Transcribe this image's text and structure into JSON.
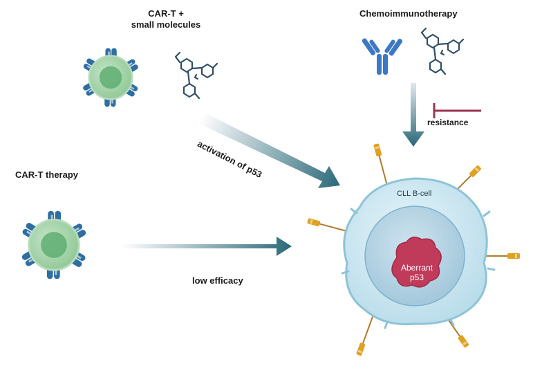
{
  "labels": {
    "cart_small_molecules_line1": "CAR-T +",
    "cart_small_molecules_line2": "small molecules",
    "chemoimmunotherapy": "Chemoimmunotherapy",
    "cart_therapy": "CAR-T therapy",
    "activation_p53": "activation of p53",
    "low_efficacy": "low efficacy",
    "resistance": "resistance",
    "cll_bcell": "CLL B-cell",
    "aberrant_line1": "Aberrant",
    "aberrant_line2": "p53"
  },
  "icons": {
    "car_t_cell": "car-t-cell-icon",
    "small_molecule": "small-molecule-icon",
    "antibody": "antibody-icon",
    "b_cell": "cll-b-cell-icon",
    "p53_protein": "aberrant-p53-icon",
    "inhibition": "inhibition-bar-icon"
  },
  "colors": {
    "arrow": "#2d6a7a",
    "cell_body": "#9fd0a4",
    "cell_nucleus": "#5fae72",
    "receptor": "#2e6fa3",
    "antibody": "#3d78c4",
    "molecule": "#2e4d68",
    "bcell_membrane": "#cfe8f2",
    "bcell_nucleus": "#a9cde0",
    "p53": "#c03a5a",
    "inhibit": "#9a3550",
    "bcr": "#e0a020"
  }
}
